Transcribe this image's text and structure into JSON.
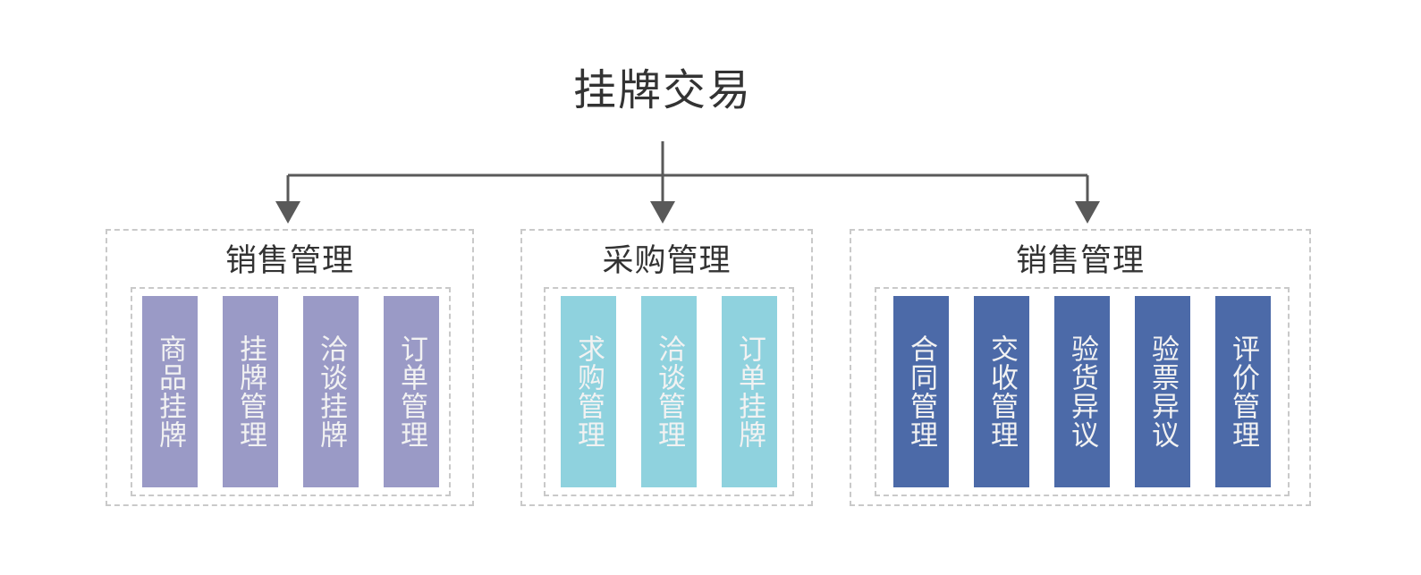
{
  "diagram": {
    "root_title": "挂牌交易",
    "colors": {
      "title_text": "#333333",
      "connector_line": "#595959",
      "dashed_border": "#c9c9c9",
      "group_sales_bar": "#9a9ac6",
      "group_purchase_bar": "#8fd2de",
      "group_settlement_bar": "#4c6aa8",
      "bar_text": "#f2f2f2",
      "background": "#ffffff"
    },
    "connector": {
      "stem_label": "root-stem",
      "arrow_count": 3
    },
    "groups": [
      {
        "title": "销售管理",
        "bar_color": "#9a9ac6",
        "items": [
          {
            "label": "商品挂牌"
          },
          {
            "label": "挂牌管理"
          },
          {
            "label": "洽谈挂牌"
          },
          {
            "label": "订单管理"
          }
        ]
      },
      {
        "title": "采购管理",
        "bar_color": "#8fd2de",
        "items": [
          {
            "label": "求购管理"
          },
          {
            "label": "洽谈管理"
          },
          {
            "label": "订单挂牌"
          }
        ]
      },
      {
        "title": "销售管理",
        "bar_color": "#4c6aa8",
        "items": [
          {
            "label": "合同管理"
          },
          {
            "label": "交收管理"
          },
          {
            "label": "验货异议"
          },
          {
            "label": "验票异议"
          },
          {
            "label": "评价管理"
          }
        ]
      }
    ]
  }
}
